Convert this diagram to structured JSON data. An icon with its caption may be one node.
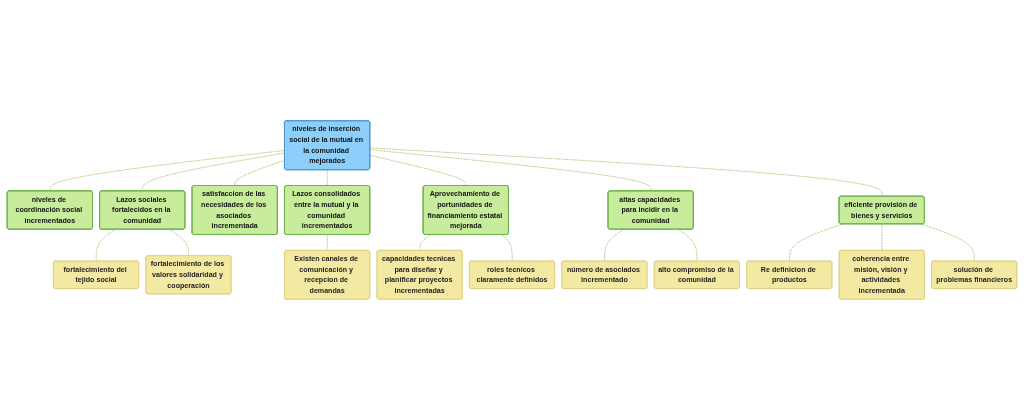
{
  "diagram": {
    "nodes": [
      {
        "text": [
          "niveles de inserción social de la mutual en la comunidad mejorados"
        ]
      },
      {
        "text": [
          "niveles de coordinación social incrementados"
        ]
      },
      {
        "text": [
          "Lazos sociales fortalecidos en la comunidad"
        ]
      },
      {
        "text": [
          "fortalecimiento del tejido social"
        ]
      },
      {
        "text": [
          "fortalecimiento de los valores solidaridad y cooperación"
        ]
      },
      {
        "text": [
          "satisfaccion de las necesidades de los asociados incrementada"
        ]
      },
      {
        "text": [
          "Lazos consolidados entre la mutual y la comunidad incrementados"
        ]
      },
      {
        "text": [
          "Existen canales de comunicación y recepcion de demandas"
        ]
      },
      {
        "text": [
          "Aprovechamiento de portunidades de financiamiento estatal mejorada"
        ]
      },
      {
        "text": [
          "capacidades tecnicas para diseñar y planificar proyectos incrementadas"
        ]
      },
      {
        "text": [
          "roles tecnicos claramente definidos"
        ]
      },
      {
        "text": [
          "altas capacidades para incidir en la comunidad"
        ]
      },
      {
        "text": [
          "número de asociados incrementado"
        ]
      },
      {
        "text": [
          "alto compromiso de la comunidad"
        ]
      },
      {
        "text": [
          "eficiente provisión de bienes y servicios"
        ]
      },
      {
        "text": [
          "Re definicion de productos"
        ]
      },
      {
        "text": [
          "coherencia entre misión, visión y actividades incrementada"
        ]
      },
      {
        "text": [
          "solución de problemas financieros"
        ]
      }
    ],
    "edges": [
      {
        "from": 0,
        "to": 1,
        "arrow": "none"
      },
      {
        "from": 0,
        "to": 2,
        "arrow": "none"
      },
      {
        "from": 2,
        "to": 3,
        "arrow": "none"
      },
      {
        "from": 2,
        "to": 4,
        "arrow": "none"
      },
      {
        "from": 0,
        "to": 5,
        "arrow": "none"
      },
      {
        "from": 0,
        "to": 6,
        "arrow": "none"
      },
      {
        "from": 6,
        "to": 7,
        "arrow": "none"
      },
      {
        "from": 0,
        "to": 8,
        "arrow": "none"
      },
      {
        "from": 8,
        "to": 9,
        "arrow": "none"
      },
      {
        "from": 8,
        "to": 10,
        "arrow": "none"
      },
      {
        "from": 0,
        "to": 11,
        "arrow": "none"
      },
      {
        "from": 11,
        "to": 12,
        "arrow": "none"
      },
      {
        "from": 11,
        "to": 13,
        "arrow": "none"
      },
      {
        "from": 0,
        "to": 14,
        "arrow": "none"
      },
      {
        "from": 14,
        "to": 15,
        "arrow": "none"
      },
      {
        "from": 14,
        "to": 16,
        "arrow": "none"
      },
      {
        "from": 14,
        "to": 17,
        "arrow": "none"
      }
    ]
  }
}
